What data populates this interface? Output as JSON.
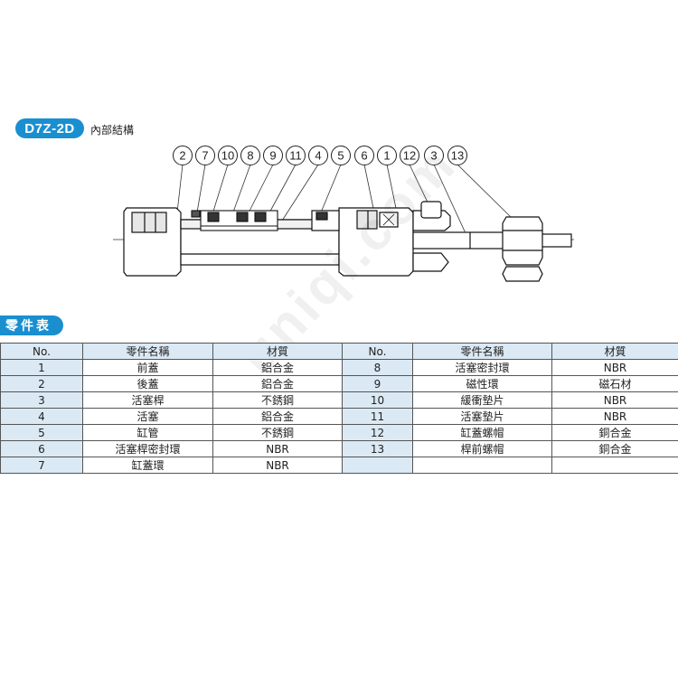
{
  "header": {
    "model": "D7Z-2D",
    "section_title": "內部結構"
  },
  "drawing": {
    "callouts": [
      "2",
      "7",
      "10",
      "8",
      "9",
      "11",
      "4",
      "5",
      "6",
      "1",
      "12",
      "3",
      "13"
    ]
  },
  "watermark": "uniqi.com",
  "parts_section": {
    "title": "零件表",
    "headers": [
      "No.",
      "零件名稱",
      "材質",
      "No.",
      "零件名稱",
      "材質"
    ],
    "left_rows": [
      {
        "no": "1",
        "name": "前蓋",
        "material": "鋁合金"
      },
      {
        "no": "2",
        "name": "後蓋",
        "material": "鋁合金"
      },
      {
        "no": "3",
        "name": "活塞桿",
        "material": "不銹鋼"
      },
      {
        "no": "4",
        "name": "活塞",
        "material": "鋁合金"
      },
      {
        "no": "5",
        "name": "缸管",
        "material": "不銹鋼"
      },
      {
        "no": "6",
        "name": "活塞桿密封環",
        "material": "NBR"
      },
      {
        "no": "7",
        "name": "缸蓋環",
        "material": "NBR"
      }
    ],
    "right_rows": [
      {
        "no": "8",
        "name": "活塞密封環",
        "material": "NBR"
      },
      {
        "no": "9",
        "name": "磁性環",
        "material": "磁石材"
      },
      {
        "no": "10",
        "name": "緩衝墊片",
        "material": "NBR"
      },
      {
        "no": "11",
        "name": "活塞墊片",
        "material": "NBR"
      },
      {
        "no": "12",
        "name": "缸蓋螺帽",
        "material": "銅合金"
      },
      {
        "no": "13",
        "name": "桿前螺帽",
        "material": "銅合金"
      },
      {
        "no": "",
        "name": "",
        "material": ""
      }
    ]
  }
}
